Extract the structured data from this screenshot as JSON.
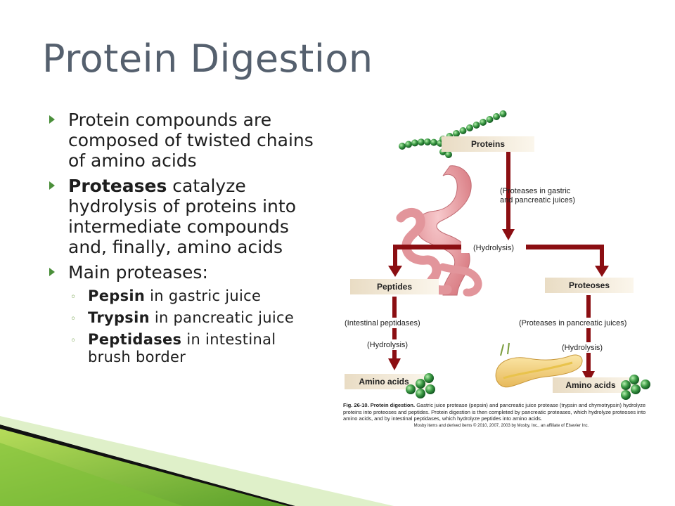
{
  "slide": {
    "title": "Protein Digestion",
    "bullets": [
      {
        "text": "Protein compounds are composed of twisted chains of amino acids"
      },
      {
        "bold": "Proteases",
        "text": " catalyze hydrolysis of proteins into intermediate compounds and, finally, amino acids"
      },
      {
        "text": "Main proteases:"
      }
    ],
    "sub_bullets": [
      {
        "bold": "Pepsin",
        "text": " in gastric juice"
      },
      {
        "bold": "Trypsin",
        "text": " in pancreatic juice"
      },
      {
        "bold": "Peptidases",
        "text": " in intestinal brush border"
      }
    ]
  },
  "figure": {
    "proteins_label": "Proteins",
    "proteases_gastric": [
      "(Proteases in gastric",
      "and pancreatic juices)"
    ],
    "hydrolysis": "(Hydrolysis)",
    "peptides_label": "Peptides",
    "proteoses_label": "Proteoses",
    "intestinal_peptidases": "(Intestinal peptidases)",
    "proteases_pancreatic": "(Proteases in pancreatic juices)",
    "amino_acids_label": "Amino acids",
    "caption_label": "Fig. 26-10. Protein digestion.",
    "caption_text": " Gastric juice protease (pepsin) and pancreatic juice protease (trypsin and chymotrypsin) hydrolyze proteins into proteoses and peptides. Protein digestion is then completed by pancreatic proteases, which hydrolyze proteoses into amino acids, and by intestinal peptidases, which hydrolyze peptides into amino acids.",
    "caption_source": "Mosby items and derived items © 2010, 2007, 2003 by Mosby, Inc., an affiliate of Elsevier Inc."
  },
  "colors": {
    "title": "#55606e",
    "arrow": "#8b0e12",
    "bullet": "#4a8f3a",
    "amino": "#2f8a3a",
    "stomach": "#e8a0a4"
  }
}
